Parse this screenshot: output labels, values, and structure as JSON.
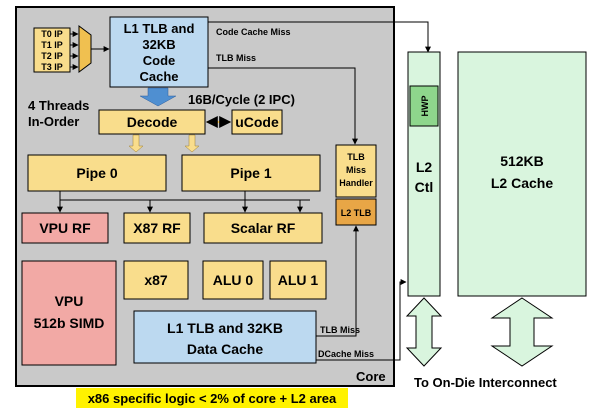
{
  "core": {
    "label": "Core",
    "threads_label": [
      "4 Threads",
      "In-Order"
    ]
  },
  "thread_ips": [
    "T0 IP",
    "T1 IP",
    "T2 IP",
    "T3 IP"
  ],
  "blocks": {
    "l1_code_cache": [
      "L1 TLB and",
      "32KB",
      "Code",
      "Cache"
    ],
    "decode": "Decode",
    "ucode": "uCode",
    "pipe0": "Pipe 0",
    "pipe1": "Pipe 1",
    "vpu_rf": "VPU RF",
    "x87_rf": "X87 RF",
    "scalar_rf": "Scalar RF",
    "x87": "x87",
    "alu0": "ALU 0",
    "alu1": "ALU 1",
    "vpu": [
      "VPU",
      "512b SIMD"
    ],
    "l1_data_cache": [
      "L1 TLB and 32KB",
      "Data Cache"
    ],
    "tlb_miss_handler": [
      "TLB",
      "Miss",
      "Handler"
    ],
    "l2_tlb": "L2 TLB",
    "l2_ctl": [
      "L2",
      "Ctl"
    ],
    "hwp": "HWP",
    "l2_cache": [
      "512KB",
      "L2 Cache"
    ]
  },
  "annotations": {
    "code_cache_miss": "Code Cache Miss",
    "tlb_miss_top": "TLB Miss",
    "bandwidth": "16B/Cycle (2 IPC)",
    "tlb_miss_bottom": "TLB Miss",
    "dcache_miss": "DCache Miss",
    "interconnect": "To On-Die Interconnect",
    "footnote": "x86 specific logic < 2% of core + L2 area"
  },
  "colors": {
    "core_bg": "#c9c9c9",
    "yellow_block": "#f9dd8c",
    "blue_block": "#bcd9f0",
    "pink_block": "#f2a9a5",
    "green_block": "#d9f5de",
    "hwp_green": "#8ed68c",
    "l2tlb_orange": "#e8a646",
    "footnote_bg": "#fff200"
  }
}
